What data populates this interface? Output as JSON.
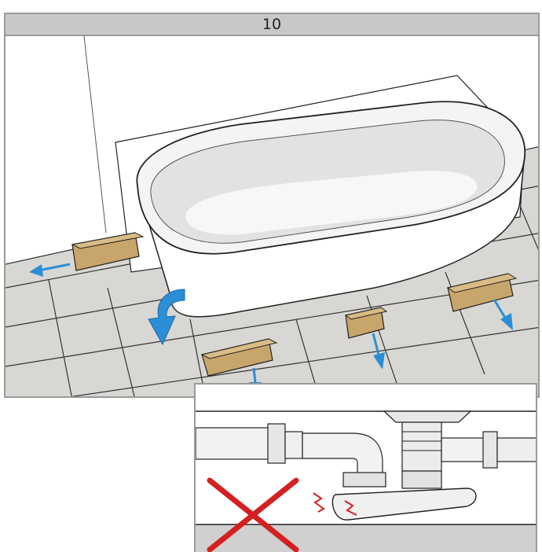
{
  "step": {
    "number": "10"
  },
  "scene": {
    "description_icons": [
      "bathtub",
      "wooden-support-block",
      "removal-arrow",
      "rotate-arrow",
      "floor-tiles"
    ],
    "arrow_color": "#2a8fd6",
    "block_color": "#c8a56a"
  },
  "inset": {
    "icons": [
      "drain-pipe",
      "waste-trap",
      "crush-warning-icon",
      "cross-mark-icon"
    ],
    "cross_color": "#d42020",
    "warning_color": "#d42020"
  }
}
